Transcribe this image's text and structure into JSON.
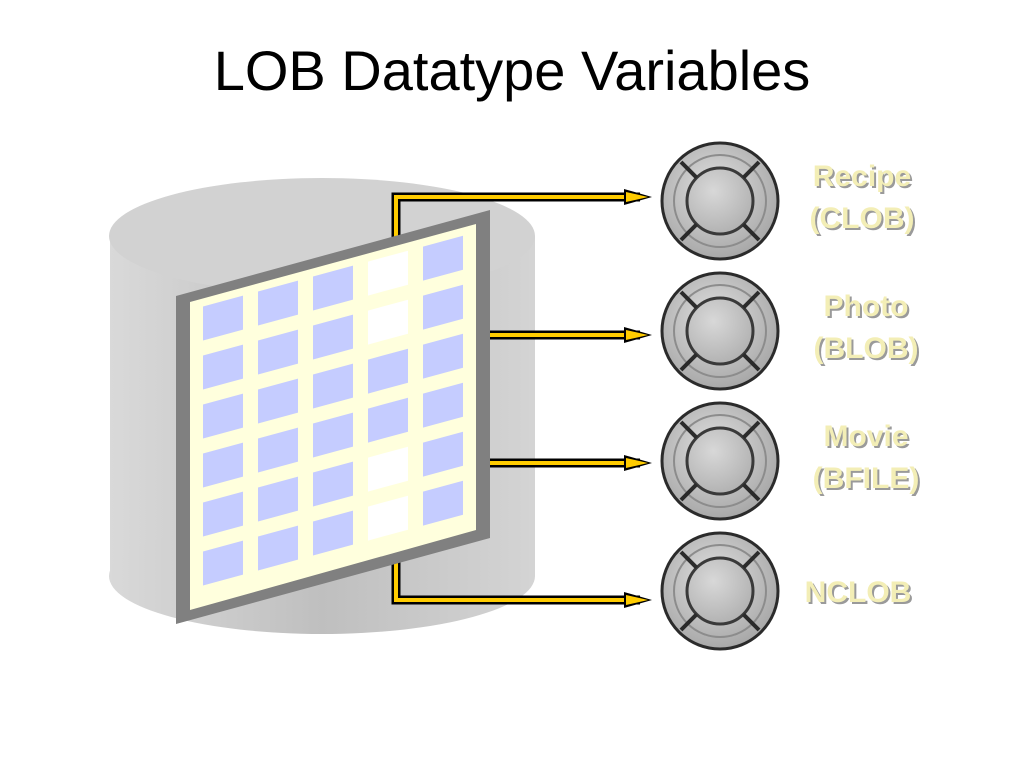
{
  "title": "LOB Datatype Variables",
  "colors": {
    "arrow": "#FFCC00",
    "label": "#F3EEB6",
    "grid_cell": "#C5CCFF",
    "grid_cell_empty": "#FFFFFF",
    "grid_bg": "#FFFFDD",
    "frame": "#7F7F7F",
    "cylinder": "#C8C8C8",
    "disc": "#BDBDBD"
  },
  "lob_items": [
    {
      "lines": [
        "Recipe",
        "(CLOB)"
      ],
      "icon": "disc-icon"
    },
    {
      "lines": [
        "Photo",
        "(BLOB)"
      ],
      "icon": "disc-icon"
    },
    {
      "lines": [
        "Movie",
        "(BFILE)"
      ],
      "icon": "disc-icon"
    },
    {
      "lines": [
        "NCLOB"
      ],
      "icon": "disc-icon"
    }
  ],
  "table_icon": "database-table-icon"
}
